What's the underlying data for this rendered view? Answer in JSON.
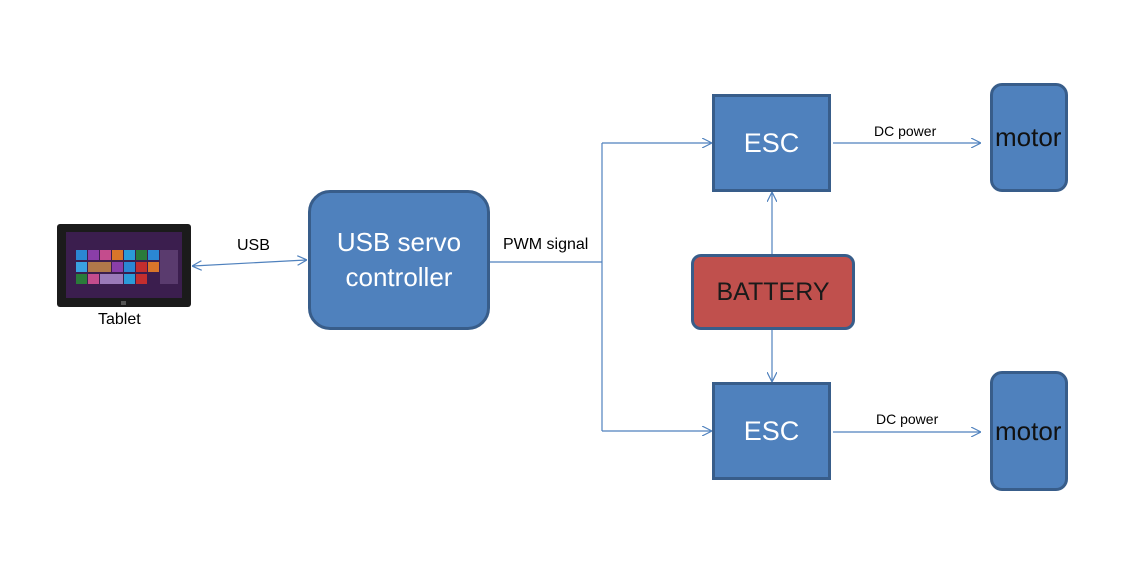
{
  "tablet": {
    "label": "Tablet"
  },
  "usb_link": {
    "label": "USB"
  },
  "controller": {
    "line1": "USB servo",
    "line2": "controller"
  },
  "pwm": {
    "label": "PWM signal"
  },
  "esc_top": {
    "label": "ESC"
  },
  "esc_bottom": {
    "label": "ESC"
  },
  "battery": {
    "label": "BATTERY"
  },
  "dc_top": {
    "label": "DC power"
  },
  "dc_bottom": {
    "label": "DC power"
  },
  "motor_top": {
    "label": "motor"
  },
  "motor_bottom": {
    "label": "motor"
  },
  "colors": {
    "block_fill": "#4f81bd",
    "block_border": "#385d8a",
    "battery_fill": "#c0504d",
    "connector": "#4f81bd"
  }
}
